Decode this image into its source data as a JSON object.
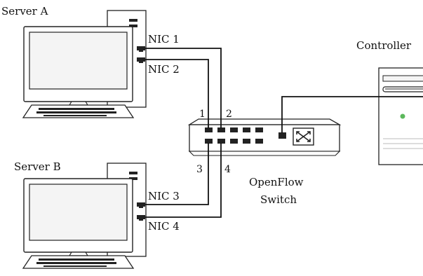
{
  "servers": [
    {
      "label": "Server A",
      "nics": [
        "NIC 1",
        "NIC 2"
      ]
    },
    {
      "label": "Server B",
      "nics": [
        "NIC 3",
        "NIC 4"
      ]
    }
  ],
  "switch": {
    "label_line1": "OpenFlow",
    "label_line2": "Switch",
    "port_labels": [
      "1",
      "2",
      "3",
      "4"
    ],
    "symbol_icon": "crossed-arrows-icon"
  },
  "controller": {
    "label": "Controller",
    "led_color": "#5cb85c"
  },
  "colors": {
    "outline": "#222222",
    "body": "#ffffff",
    "panel": "#f4f4f4",
    "cable": "#111111"
  }
}
